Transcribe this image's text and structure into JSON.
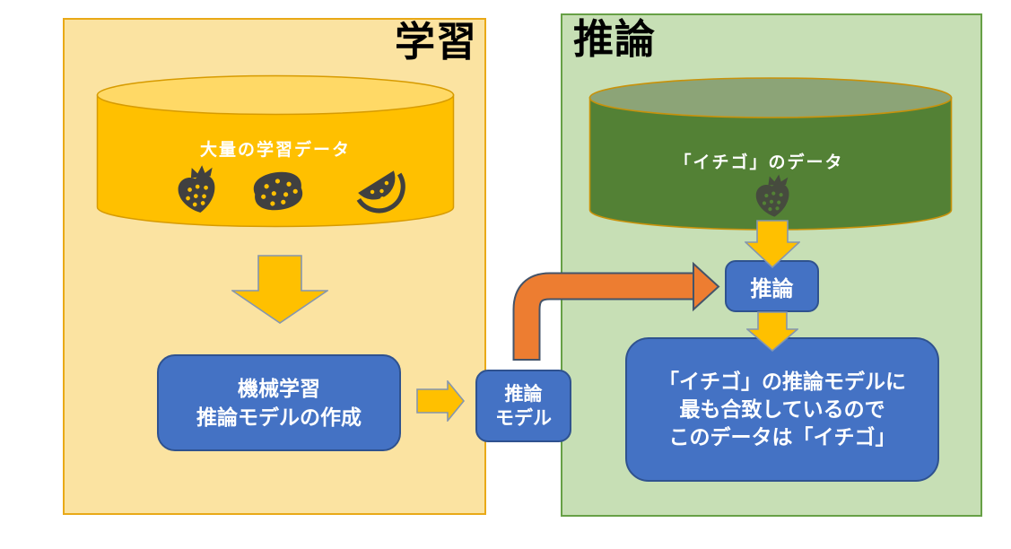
{
  "diagram": {
    "training": {
      "title": "学習",
      "data_label": "大量の学習データ",
      "data_icons": [
        "strawberry-icon",
        "lemon-icon",
        "watermelon-icon"
      ],
      "process_line1": "機械学習",
      "process_line2": "推論モデルの作成"
    },
    "model_box": {
      "line1": "推論",
      "line2": "モデル"
    },
    "inference": {
      "title": "推論",
      "data_label": "「イチゴ」のデータ",
      "data_icon": "strawberry-icon",
      "step_label": "推論",
      "result_line1": "「イチゴ」の推論モデルに",
      "result_line2": "最も合致しているので",
      "result_line3": "このデータは「イチゴ」"
    },
    "colors": {
      "training_panel_bg": "#FBE3A1",
      "training_panel_border": "#E9A917",
      "inference_panel_bg": "#C7DFB5",
      "inference_panel_border": "#67A046",
      "gold_cylinder_body": "#FFC000",
      "gold_cylinder_top": "#FFD966",
      "green_cylinder_body": "#538135",
      "green_cylinder_top": "#8CA477",
      "cylinder_outline": "#C8920B",
      "blue_box_fill": "#4472C4",
      "blue_box_border": "#2F528F",
      "gold_arrow_fill": "#FFC000",
      "gold_arrow_border": "#8496B0",
      "orange_arrow_fill": "#ED7D31",
      "orange_arrow_border": "#44546A",
      "icon_color": "#404040",
      "text_on_shapes": "#FFFFFF",
      "title_color": "#000000"
    }
  }
}
